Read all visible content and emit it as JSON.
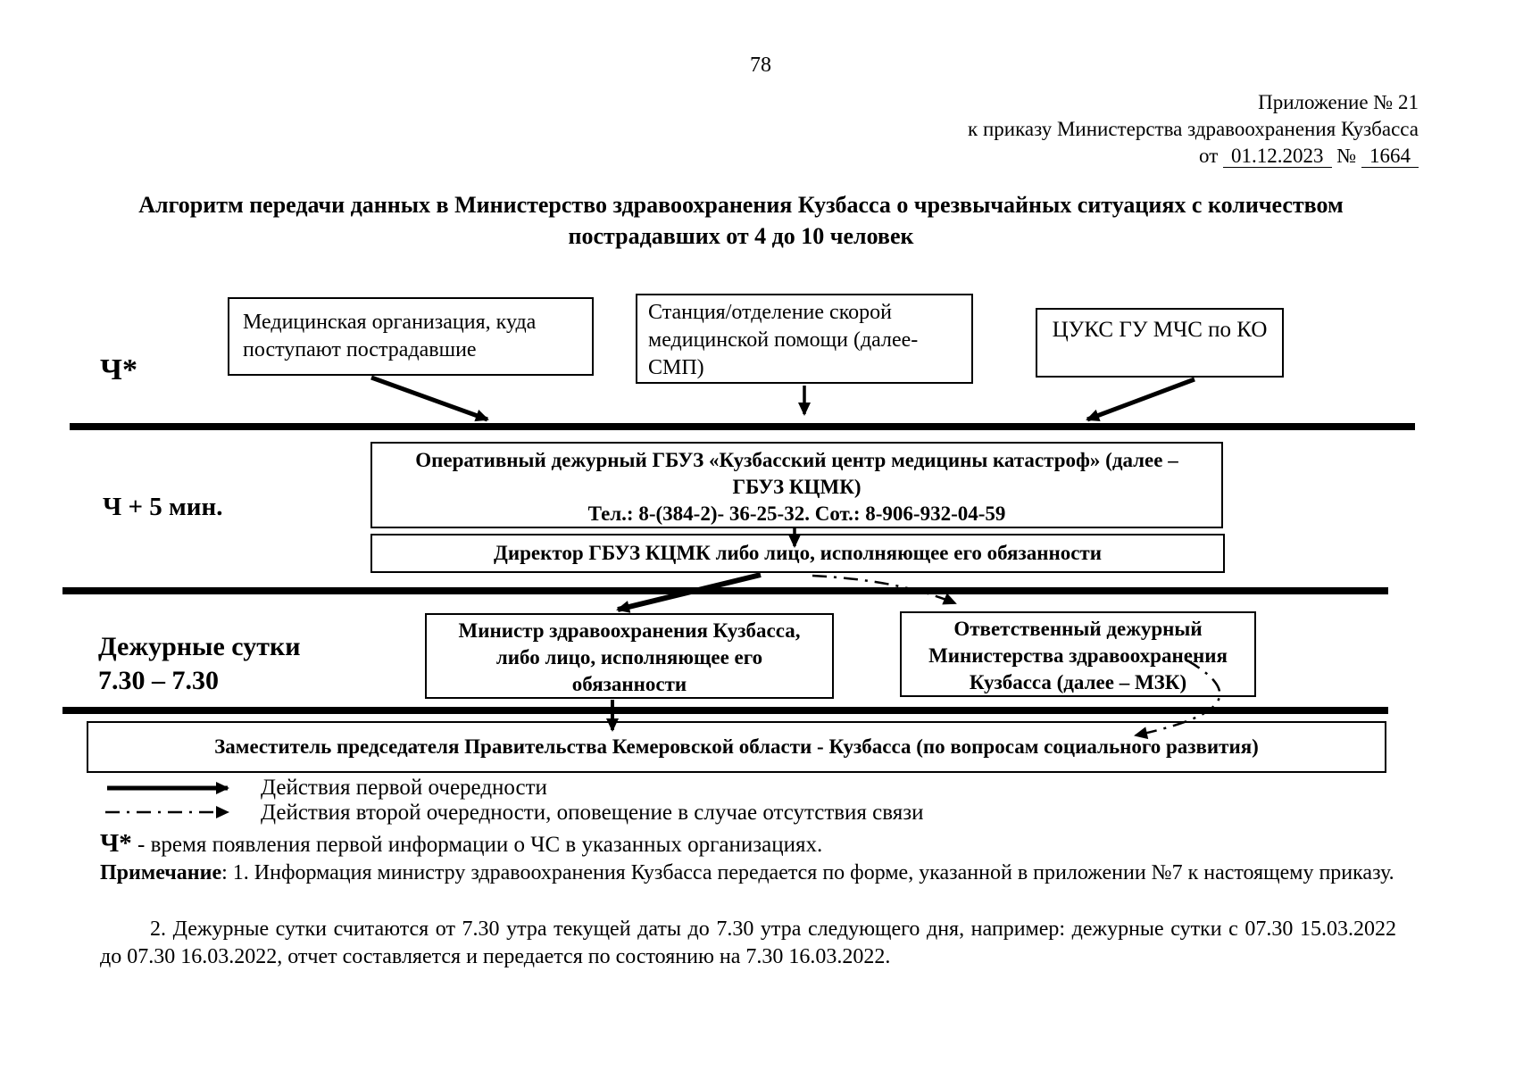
{
  "header": {
    "page_number": "78",
    "appendix": "Приложение № 21",
    "order": "к приказу Министерства здравоохранения Кузбасса",
    "from_label": "от",
    "date": "01.12.2023",
    "number_sign": "№",
    "number": "1664"
  },
  "title": "Алгоритм передачи данных в Министерство здравоохранения Кузбасса о чрезвычайных ситуациях с количеством пострадавших от 4 до 10 человек",
  "timeline": {
    "row1": "Ч*",
    "row2": "Ч + 5 мин.",
    "row3": [
      "Дежурные сутки",
      "7.30 – 7.30"
    ]
  },
  "boxes": {
    "med_org": {
      "lines": [
        "Медицинская организация, куда",
        "поступают пострадавшие"
      ]
    },
    "smp": {
      "lines": [
        "Станция/отделение скорой",
        "медицинской помощи (далее-",
        "СМП)"
      ]
    },
    "cuks": {
      "label": "ЦУКС ГУ МЧС по КО"
    },
    "kcmk": {
      "lines": [
        "Оперативный дежурный ГБУЗ «Кузбасский центр медицины катастроф» (далее –",
        "ГБУЗ КЦМК)",
        "Тел.: 8-(384-2)- 36-25-32. Сот.: 8-906-932-04-59"
      ]
    },
    "director": {
      "label": "Директор ГБУЗ КЦМК либо лицо, исполняющее его обязанности"
    },
    "minister": {
      "lines": [
        "Министр здравоохранения Кузбасса,",
        "либо лицо, исполняющее его",
        "обязанности"
      ]
    },
    "responsible": {
      "lines": [
        "Ответственный дежурный",
        "Министерства здравоохранения",
        "Кузбасса (далее – МЗК)"
      ]
    },
    "deputy": {
      "label": "Заместитель председателя Правительства Кемеровской области - Кузбасса (по вопросам социального развития)"
    }
  },
  "legend": {
    "first_priority": "Действия первой очередности",
    "second_priority": "Действия второй очередности, оповещение в случае отсутствия связи"
  },
  "notes": {
    "ch_term": "Ч*",
    "ch_definition": " - время появления первой информации о ЧС в указанных организациях.",
    "label": "Примечание",
    "item1": ": 1. Информация министру здравоохранения Кузбасса передается по форме, указанной в приложении №7 к настоящему приказу.",
    "item2": "2. Дежурные сутки считаются от 7.30 утра текущей даты до 7.30 утра следующего дня, например: дежурные сутки с 07.30 15.03.2022 до 07.30 16.03.2022, отчет составляется и передается по состоянию на 7.30 16.03.2022."
  },
  "colors": {
    "ink": "#000000",
    "paper": "#ffffff"
  }
}
